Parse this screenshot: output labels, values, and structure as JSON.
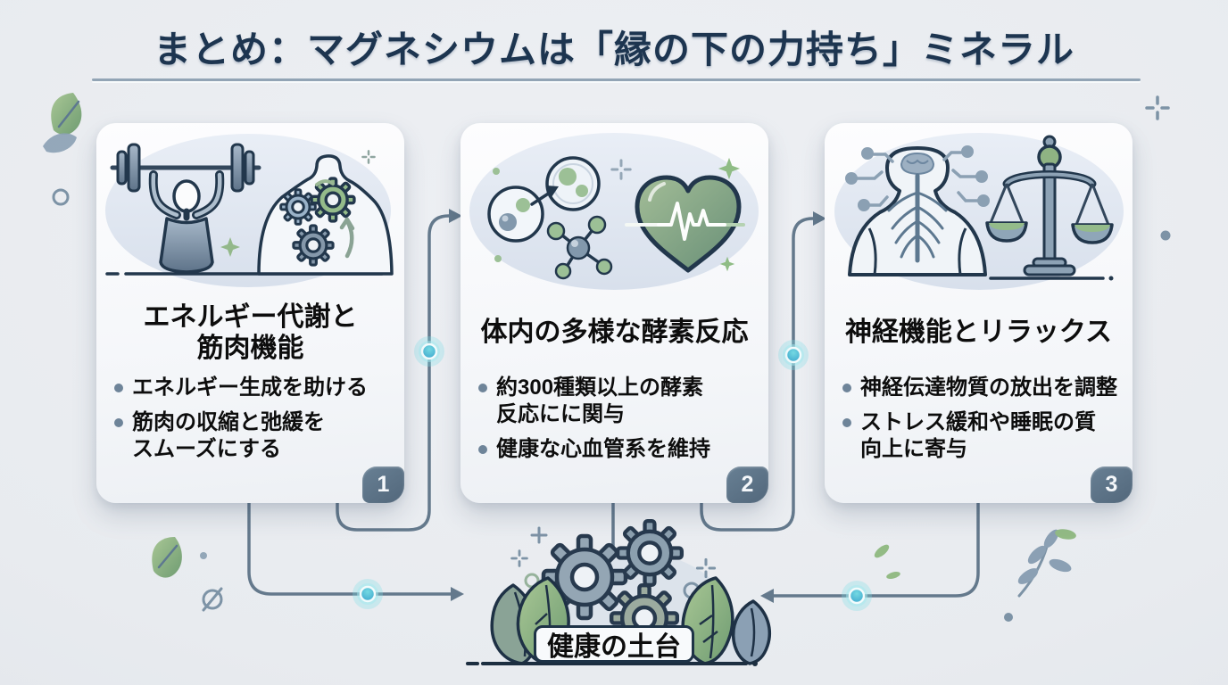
{
  "title": "まとめ：マグネシウムは「縁の下の力持ち」ミネラル",
  "cards": [
    {
      "number": "1",
      "title": "エネルギー代謝と\n筋肉機能",
      "bullets": [
        "エネルギー生成を助ける",
        "筋肉の収縮と弛緩を\nスムーズにする"
      ],
      "icons": [
        "weightlifter-barbell-icon",
        "torso-gears-icon",
        "sparkle-icon"
      ]
    },
    {
      "number": "2",
      "title": "体内の多様な酵素反応",
      "bullets": [
        "約300種類以上の酵素\n反応にに関与",
        "健康な心血管系を維持"
      ],
      "icons": [
        "cells-molecule-icon",
        "heart-ecg-icon",
        "sparkle-icon"
      ]
    },
    {
      "number": "3",
      "title": "神経機能とリラックス",
      "bullets": [
        "神経伝達物質の放出を調整",
        "ストレス緩和や睡眠の質\n向上に寄与"
      ],
      "icons": [
        "nervous-system-icon",
        "balance-scale-icon"
      ]
    }
  ],
  "foundation": {
    "label": "健康の土台",
    "icons": [
      "gears-icon",
      "leaves-icon"
    ]
  },
  "connectors": {
    "line_color": "#64798c",
    "glow_node_color": "#4cc4d6",
    "style": "rounded elbow arrows with glowing nodes"
  },
  "decorations": [
    "leaf-icon",
    "branch-icon",
    "plus-sparkle-icon",
    "circle-outline-icon",
    "crossed-circle-icon",
    "dot-icon"
  ],
  "palette": {
    "background": "#e8ebef",
    "title_text": "#1d3550",
    "underline": "#92a4b5",
    "card_background": "#f7f9fb",
    "illustration_blob": "#dde4ee",
    "badge": "#5e7488",
    "body_text": "#0d0d0d",
    "bullet_dot": "#6e8499",
    "heart_green": "#7fa487",
    "leaf_green": "#8fb981",
    "outline_navy": "#22374c"
  }
}
